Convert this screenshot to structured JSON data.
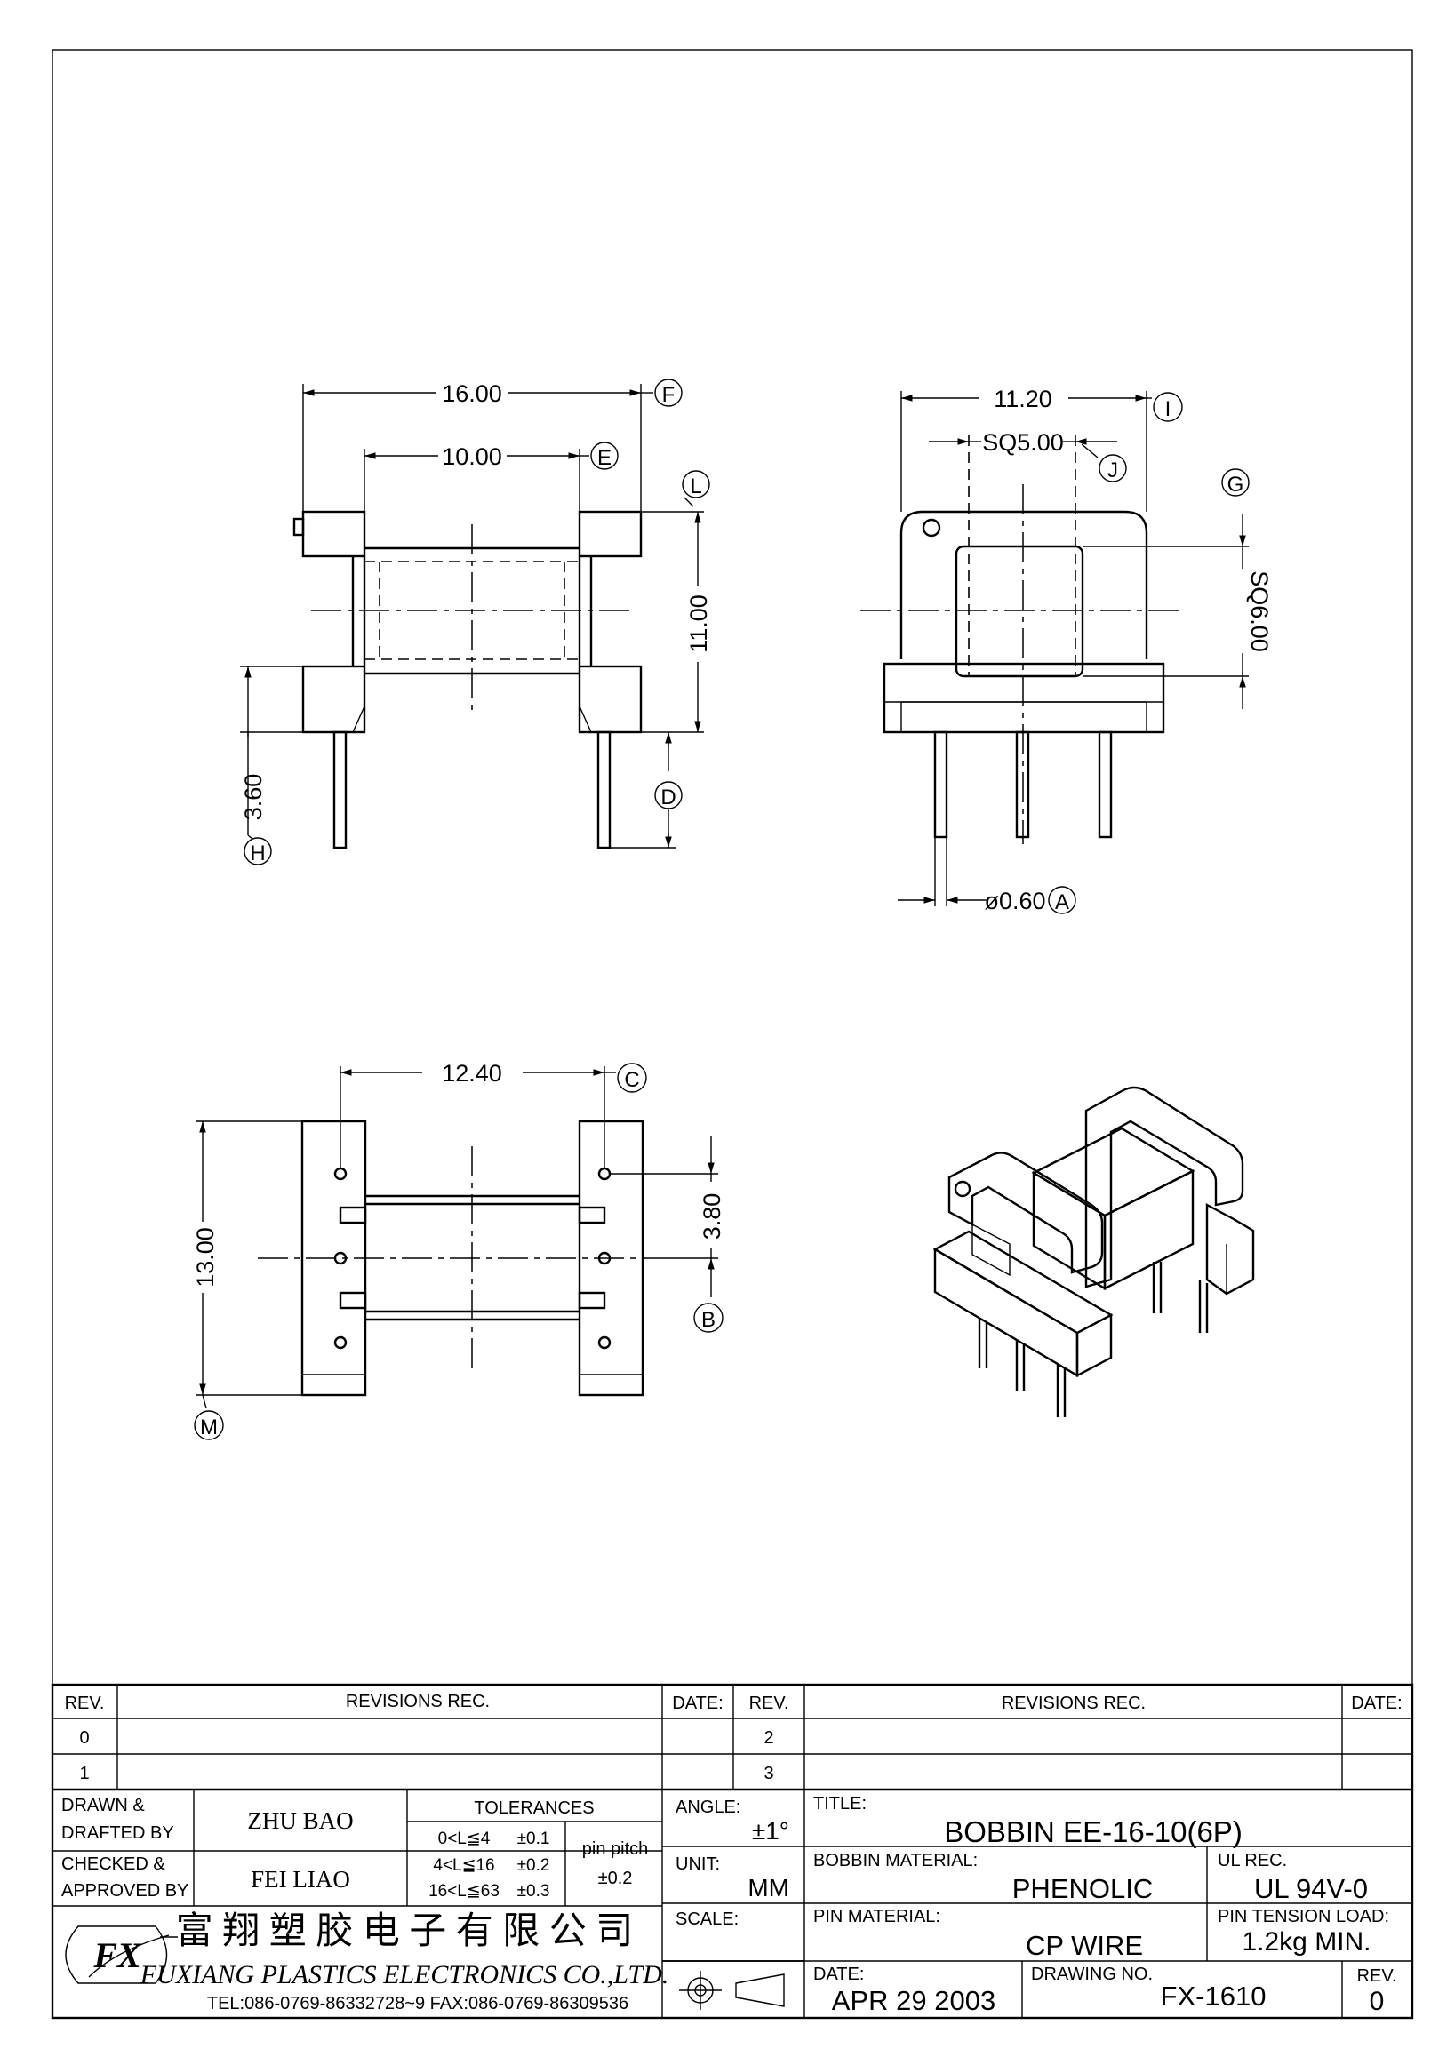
{
  "views": {
    "front": {
      "dim_width": "16.00",
      "dim_inner": "10.00",
      "dim_height": "11.00",
      "dim_flange": "3.60",
      "label_width": "F",
      "label_inner": "E",
      "label_height": "L",
      "label_flange": "H",
      "label_pin": "D"
    },
    "side": {
      "dim_width": "11.20",
      "dim_core": "SQ5.00",
      "dim_core_v": "SQ6.00",
      "dim_pin_dia": "ø0.60",
      "label_width": "I",
      "label_core": "J",
      "label_core_v": "G",
      "label_pin_dia": "A"
    },
    "bottom": {
      "dim_pin_row": "12.40",
      "dim_length": "13.00",
      "dim_pitch": "3.80",
      "label_pin_row": "C",
      "label_length": "M",
      "label_pitch": "B"
    }
  },
  "title_block": {
    "rev_header": "REV.",
    "revisions_header": "REVISIONS   REC.",
    "date_header": "DATE:",
    "rev_rows": [
      "0",
      "1"
    ],
    "rev_rows_right": [
      "2",
      "3"
    ],
    "drawn_label_1": "DRAWN &",
    "drawn_label_2": "DRAFTED BY",
    "drawn_by": "ZHU BAO",
    "checked_label_1": "CHECKED &",
    "checked_label_2": "APPROVED BY",
    "checked_by": "FEI LIAO",
    "tolerances_header": "TOLERANCES",
    "tol_rows": [
      {
        "range": "0<L≦4",
        "value": "±0.1"
      },
      {
        "range": "4<L≦16",
        "value": "±0.2"
      },
      {
        "range": "16<L≦63",
        "value": "±0.3"
      }
    ],
    "pin_pitch_label": "pin pitch",
    "pin_pitch_tol": "±0.2",
    "angle_label": "ANGLE:",
    "angle_value": "±1°",
    "unit_label": "UNIT:",
    "unit_value": "MM",
    "scale_label": "SCALE:",
    "title_label": "TITLE:",
    "title_value": "BOBBIN  EE-16-10(6P)",
    "bobbin_material_label": "BOBBIN  MATERIAL:",
    "bobbin_material": "PHENOLIC",
    "ul_rec_label": "UL  REC.",
    "ul_rec": "UL  94V-0",
    "pin_material_label": "PIN  MATERIAL:",
    "pin_material": "CP  WIRE",
    "pin_tension_label": "PIN  TENSION  LOAD:",
    "pin_tension": "1.2kg  MIN.",
    "date_label": "DATE:",
    "date_value": "APR  29  2003",
    "drawing_no_label": "DRAWING  NO.",
    "drawing_no": "FX-1610",
    "rev_label": "REV.",
    "rev_value": "0",
    "company_cn": "富 翔 塑 胶 电 子 有 限 公 司",
    "company_en": "FUXIANG PLASTICS ELECTRONICS CO.,LTD.",
    "contact": "TEL:086-0769-86332728~9  FAX:086-0769-86309536",
    "logo_text": "FX"
  }
}
